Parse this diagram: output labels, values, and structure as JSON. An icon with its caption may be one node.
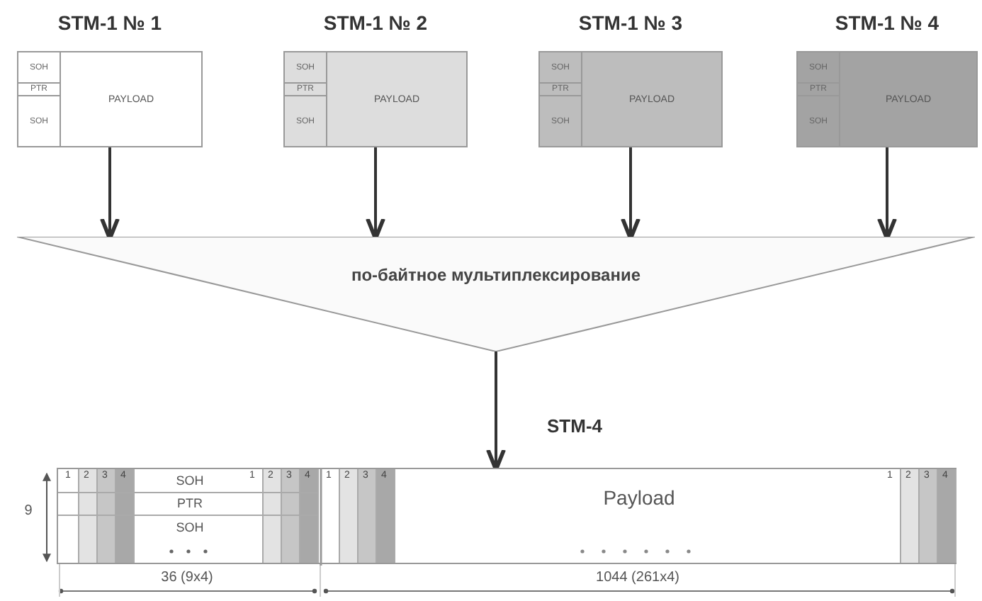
{
  "diagram": {
    "nodes": [
      {
        "text": [
          "STM-1 № 1",
          "SOH",
          "PTR",
          "SOH",
          "PAYLOAD"
        ]
      },
      {
        "text": [
          "STM-1 № 2",
          "SOH",
          "PTR",
          "SOH",
          "PAYLOAD"
        ]
      },
      {
        "text": [
          "STM-1 № 3",
          "SOH",
          "PTR",
          "SOH",
          "PAYLOAD"
        ]
      },
      {
        "text": [
          "STM-1 № 4",
          "SOH",
          "PTR",
          "SOH",
          "PAYLOAD"
        ]
      },
      {
        "text": [
          "по-байтное мультиплексирование"
        ]
      },
      {
        "text": [
          "STM-4",
          "SOH",
          "PTR",
          "SOH",
          "Payload"
        ]
      }
    ],
    "edges": [
      {
        "from": 0,
        "to": 4,
        "arrow": "to"
      },
      {
        "from": 1,
        "to": 4,
        "arrow": "to"
      },
      {
        "from": 2,
        "to": 4,
        "arrow": "to"
      },
      {
        "from": 3,
        "to": 4,
        "arrow": "to"
      },
      {
        "from": 4,
        "to": 5,
        "arrow": "to"
      }
    ],
    "labels": [
      "1",
      "2",
      "3",
      "4",
      "1",
      "2",
      "3",
      "4",
      "1",
      "2",
      "3",
      "4",
      "1",
      "2",
      "3",
      "4",
      "9",
      "36 (9x4)",
      "1044 (261x4)"
    ]
  }
}
